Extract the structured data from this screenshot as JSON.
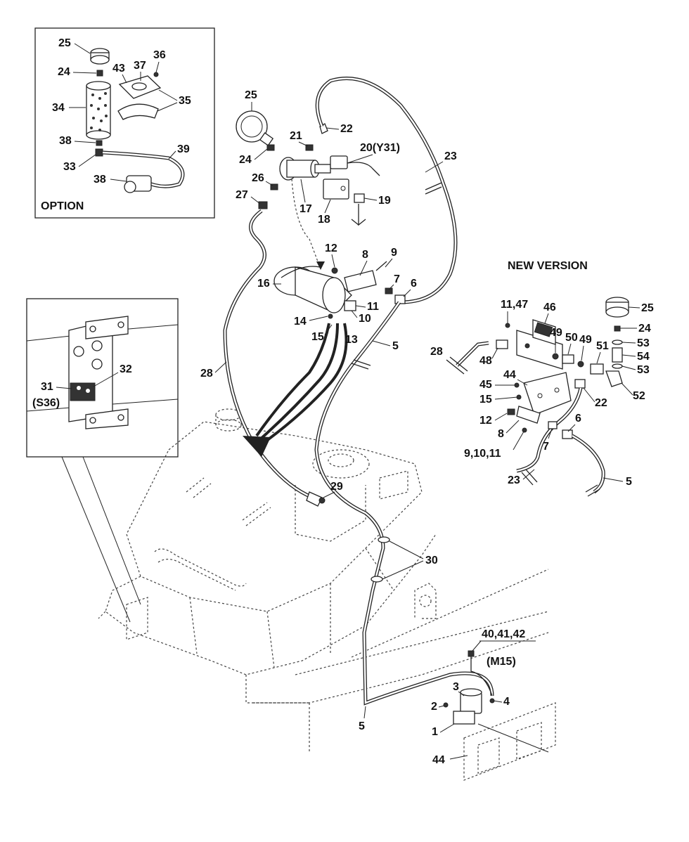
{
  "option_box": {
    "heading": "OPTION",
    "callouts": [
      "25",
      "24",
      "43",
      "37",
      "36",
      "35",
      "34",
      "38",
      "39",
      "33",
      "38"
    ]
  },
  "new_version": {
    "heading": "NEW VERSION",
    "callouts": [
      "11,47",
      "46",
      "25",
      "24",
      "49",
      "50",
      "49",
      "51",
      "53",
      "54",
      "53",
      "28",
      "48",
      "44",
      "45",
      "15",
      "22",
      "52",
      "12",
      "8",
      "6",
      "7",
      "9,10,11",
      "23",
      "5"
    ]
  },
  "switch_inset": {
    "callouts": [
      "31",
      "(S36)",
      "32"
    ]
  },
  "main": {
    "callouts": [
      "25",
      "21",
      "22",
      "20(Y31)",
      "23",
      "24",
      "26",
      "27",
      "17",
      "18",
      "19",
      "12",
      "8",
      "9",
      "16",
      "7",
      "6",
      "11",
      "10",
      "14",
      "15",
      "13",
      "5",
      "28",
      "29",
      "30",
      "40,41,42",
      "(M15)",
      "3",
      "2",
      "4",
      "1",
      "5",
      "44"
    ]
  },
  "colors": {
    "line": "#222222",
    "background": "#ffffff",
    "arrow": "#333333"
  }
}
